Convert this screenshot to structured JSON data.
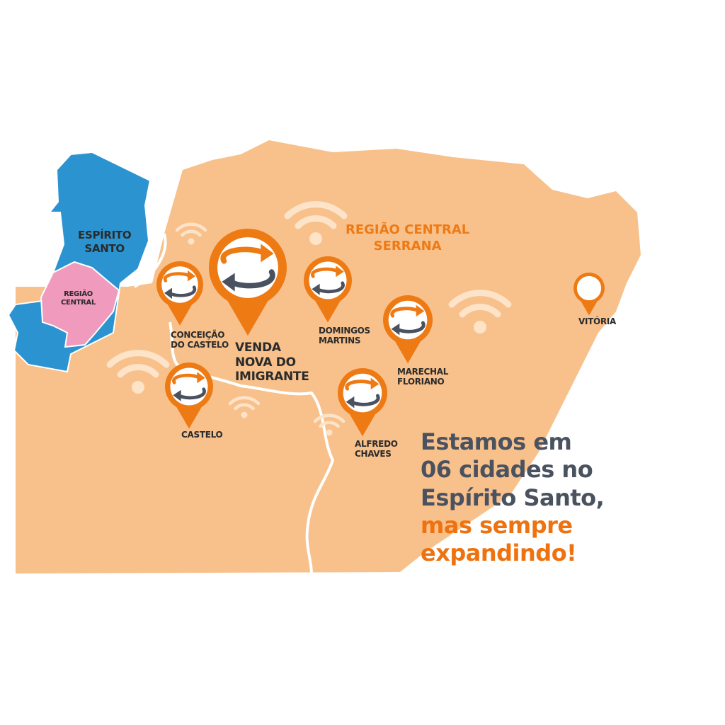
{
  "inset": {
    "state_label_line1": "ESPÍRITO",
    "state_label_line2": "SANTO",
    "region_label_line1": "REGIÃO",
    "region_label_line2": "CENTRAL"
  },
  "region_title": {
    "line1": "REGIÃO CENTRAL",
    "line2": "SERRANA"
  },
  "cities": [
    {
      "line1": "CONCEIÇÃO",
      "line2": "DO CASTELO"
    },
    {
      "line1": "VENDA",
      "line2": "NOVA DO",
      "line3": "IMIGRANTE"
    },
    {
      "line1": "DOMINGOS",
      "line2": "MARTINS"
    },
    {
      "line1": "MARECHAL",
      "line2": "FLORIANO"
    },
    {
      "line1": "ALFREDO",
      "line2": "CHAVES"
    },
    {
      "line1": "CASTELO"
    },
    {
      "line1": "VITÓRIA"
    }
  ],
  "headline": {
    "line1": "Estamos em",
    "line2": "06 cidades no",
    "line3": "Espírito Santo,",
    "line4": "mas sempre expandindo!"
  },
  "colors": {
    "land": "#f8c18c",
    "pin": "#ee7a14",
    "state": "#2a93d0",
    "region": "#f09bbd",
    "text": "#4a5260",
    "accent": "#ee7310"
  }
}
